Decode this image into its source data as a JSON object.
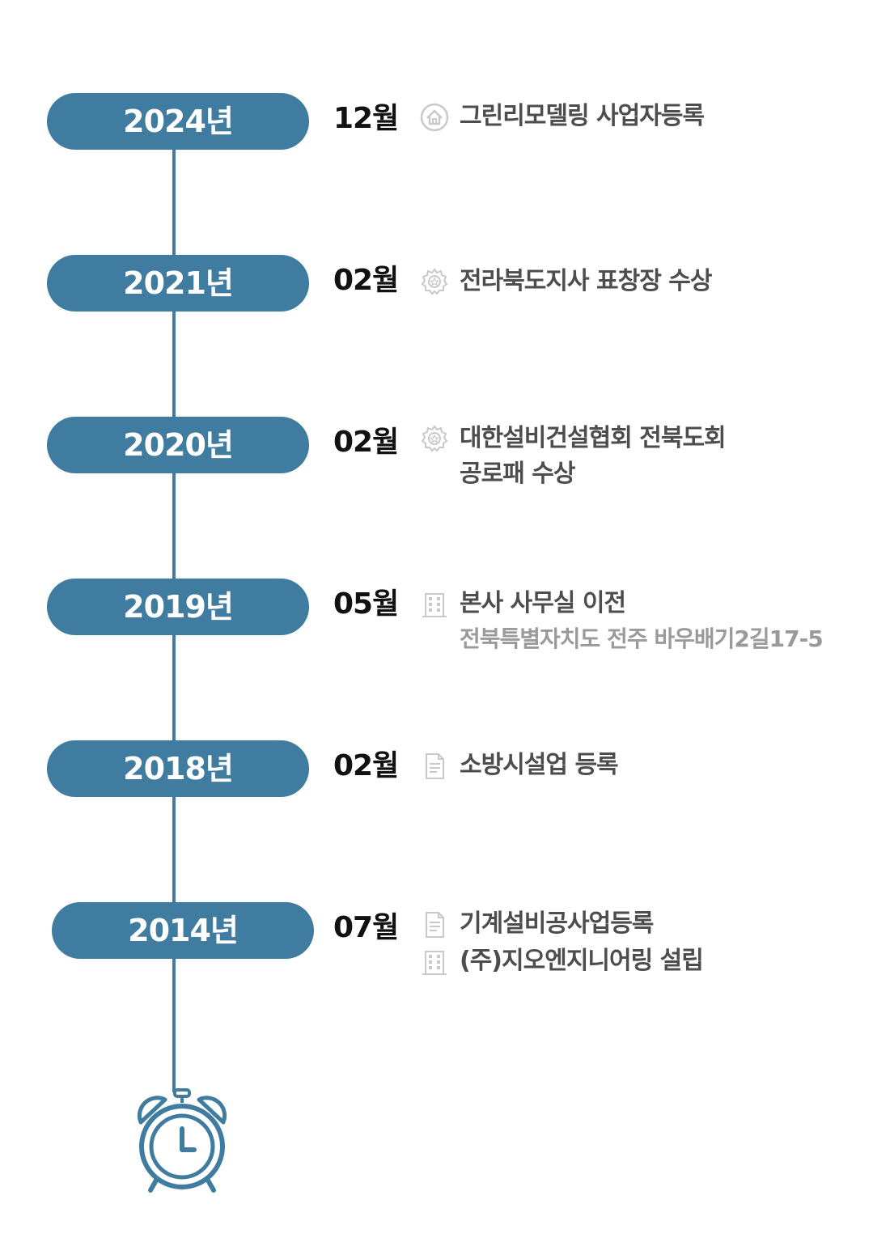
{
  "colors": {
    "accent": "#3f7c9f",
    "month_text": "#111111",
    "item_text": "#4d4d4d",
    "sub_text": "#9a9a9a",
    "icon_gray": "#c9c9c9"
  },
  "timeline": [
    {
      "year": "2024년",
      "month": "12월",
      "lines": [
        {
          "icon": "house-icon",
          "text": "그린리모델링 사업자등록"
        }
      ]
    },
    {
      "year": "2021년",
      "month": "02월",
      "lines": [
        {
          "icon": "award-icon",
          "text": "전라북도지사 표창장 수상"
        }
      ]
    },
    {
      "year": "2020년",
      "month": "02월",
      "lines": [
        {
          "icon": "award-icon",
          "text": "대한설비건설협회 전북도회"
        },
        {
          "icon": "",
          "text": "공로패 수상"
        }
      ]
    },
    {
      "year": "2019년",
      "month": "05월",
      "lines": [
        {
          "icon": "building-icon",
          "text": "본사 사무실 이전"
        },
        {
          "icon": "",
          "text": "전북특별자치도 전주 바우배기2길17-5",
          "sub": true
        }
      ]
    },
    {
      "year": "2018년",
      "month": "02월",
      "lines": [
        {
          "icon": "document-icon",
          "text": "소방시설업 등록"
        }
      ]
    },
    {
      "year": "2014년",
      "month": "07월",
      "lines": [
        {
          "icon": "document-icon",
          "text": "기계설비공사업등록"
        },
        {
          "icon": "building-icon",
          "text": "(주)지오엔지니어링 설립"
        }
      ]
    }
  ]
}
